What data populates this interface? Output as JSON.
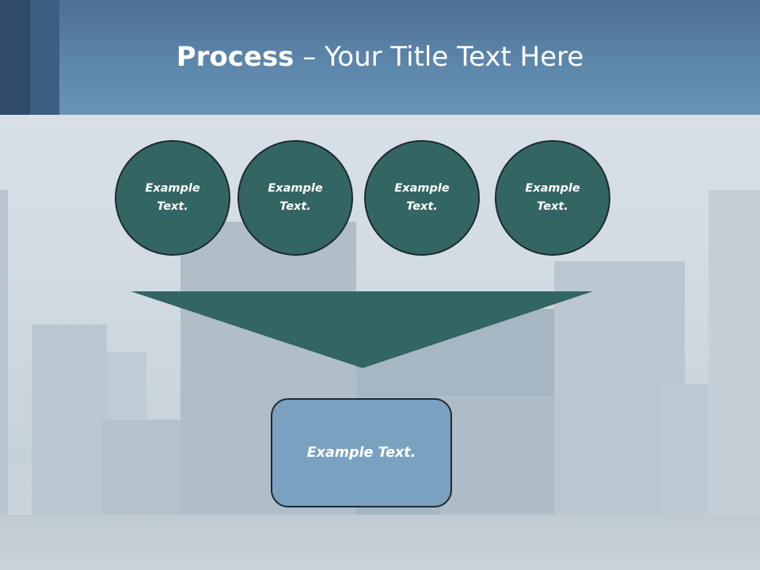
{
  "title": {
    "bold": "Process",
    "rest": " – Your Title Text Here"
  },
  "circles": [
    {
      "line1": "Example",
      "line2": "Text."
    },
    {
      "line1": "Example",
      "line2": "Text."
    },
    {
      "line1": "Example",
      "line2": "Text."
    },
    {
      "line1": "Example",
      "line2": "Text."
    }
  ],
  "result": {
    "label": "Example Text."
  },
  "colors": {
    "header": "#5d86ab",
    "circle_fill": "#336563",
    "funnel_fill": "#336563",
    "result_fill": "#7aa1c0"
  }
}
